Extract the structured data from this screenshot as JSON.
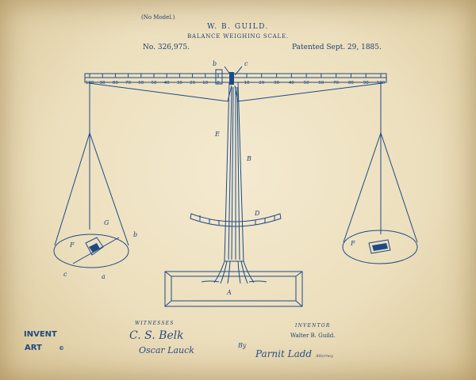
{
  "header": {
    "model": "(No Model.)",
    "inventor_name": "W. B. GUILD.",
    "title": "BALANCE WEIGHING SCALE.",
    "patent_number": "No. 326,975.",
    "patent_date": "Patented Sept. 29, 1885."
  },
  "scale": {
    "left_ticks": [
      "100",
      "90",
      "80",
      "70",
      "60",
      "50",
      "40",
      "30",
      "20",
      "10",
      "0"
    ],
    "right_ticks": [
      "10",
      "20",
      "30",
      "40",
      "50",
      "60",
      "70",
      "80",
      "90",
      "100"
    ],
    "center_labels": {
      "b": "b",
      "c": "c"
    }
  },
  "parts": {
    "E": "E",
    "B": "B",
    "D": "D",
    "A": "A",
    "F_left": "F",
    "F_right": "F",
    "G": "G",
    "b": "b",
    "c": "c",
    "a": "a"
  },
  "footer": {
    "witnesses_label": "WITNESSES",
    "inventor_label": "INVENTOR",
    "inventor_name": "Walter B. Guild.",
    "witness_sig_1": "C. S. Belk",
    "witness_sig_2": "Oscar Lauck",
    "by_label": "By",
    "attorney_sig": "Parnit Ladd",
    "attorney_label": "Attorney"
  },
  "logo": {
    "line1": "INVENT",
    "line2": "ART",
    "copyright": "©"
  },
  "colors": {
    "ink": "#1d4a86",
    "paper": "#ecdfbd"
  }
}
